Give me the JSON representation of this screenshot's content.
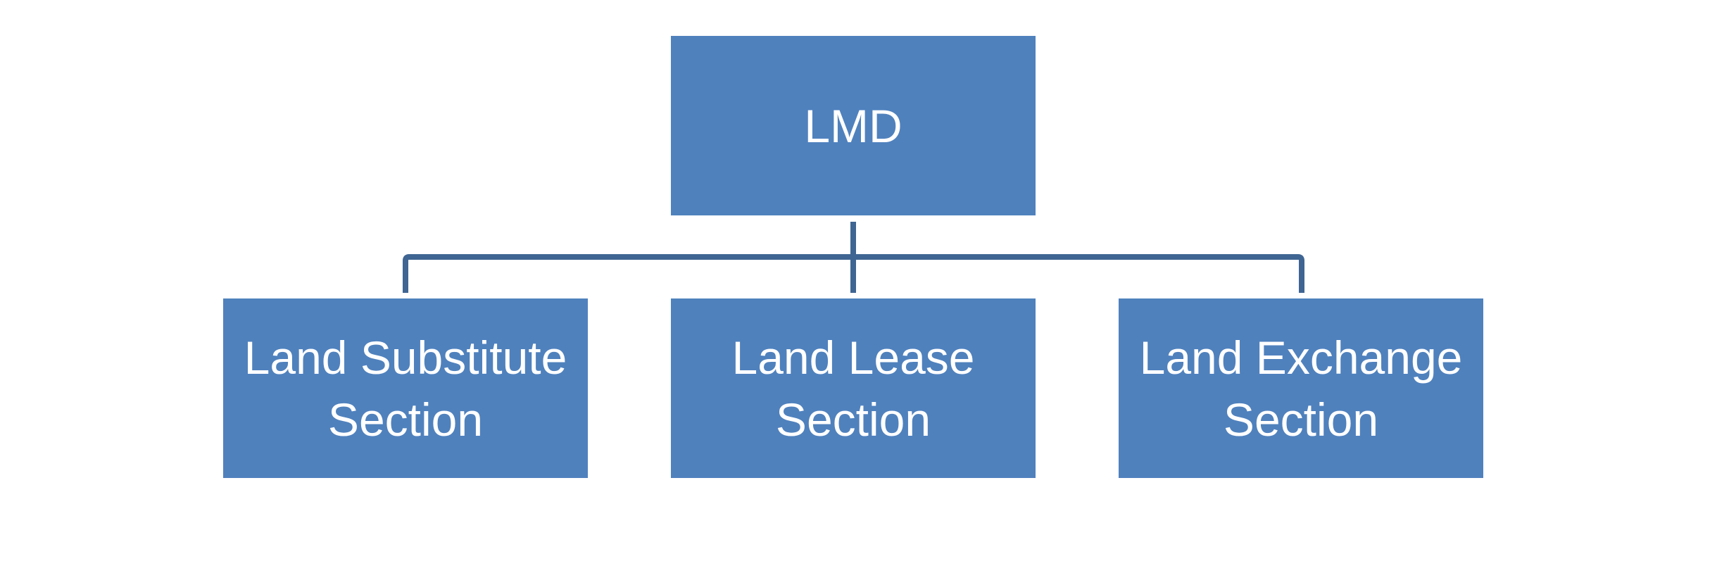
{
  "org_chart": {
    "root": {
      "label": "LMD"
    },
    "children": [
      {
        "label": "Land Substitute\nSection"
      },
      {
        "label": "Land Lease\nSection"
      },
      {
        "label": "Land Exchange\nSection"
      }
    ]
  },
  "colors": {
    "box_fill": "#4f81bd",
    "box_text": "#ffffff",
    "connector": "#3f6592",
    "background": "#ffffff"
  }
}
